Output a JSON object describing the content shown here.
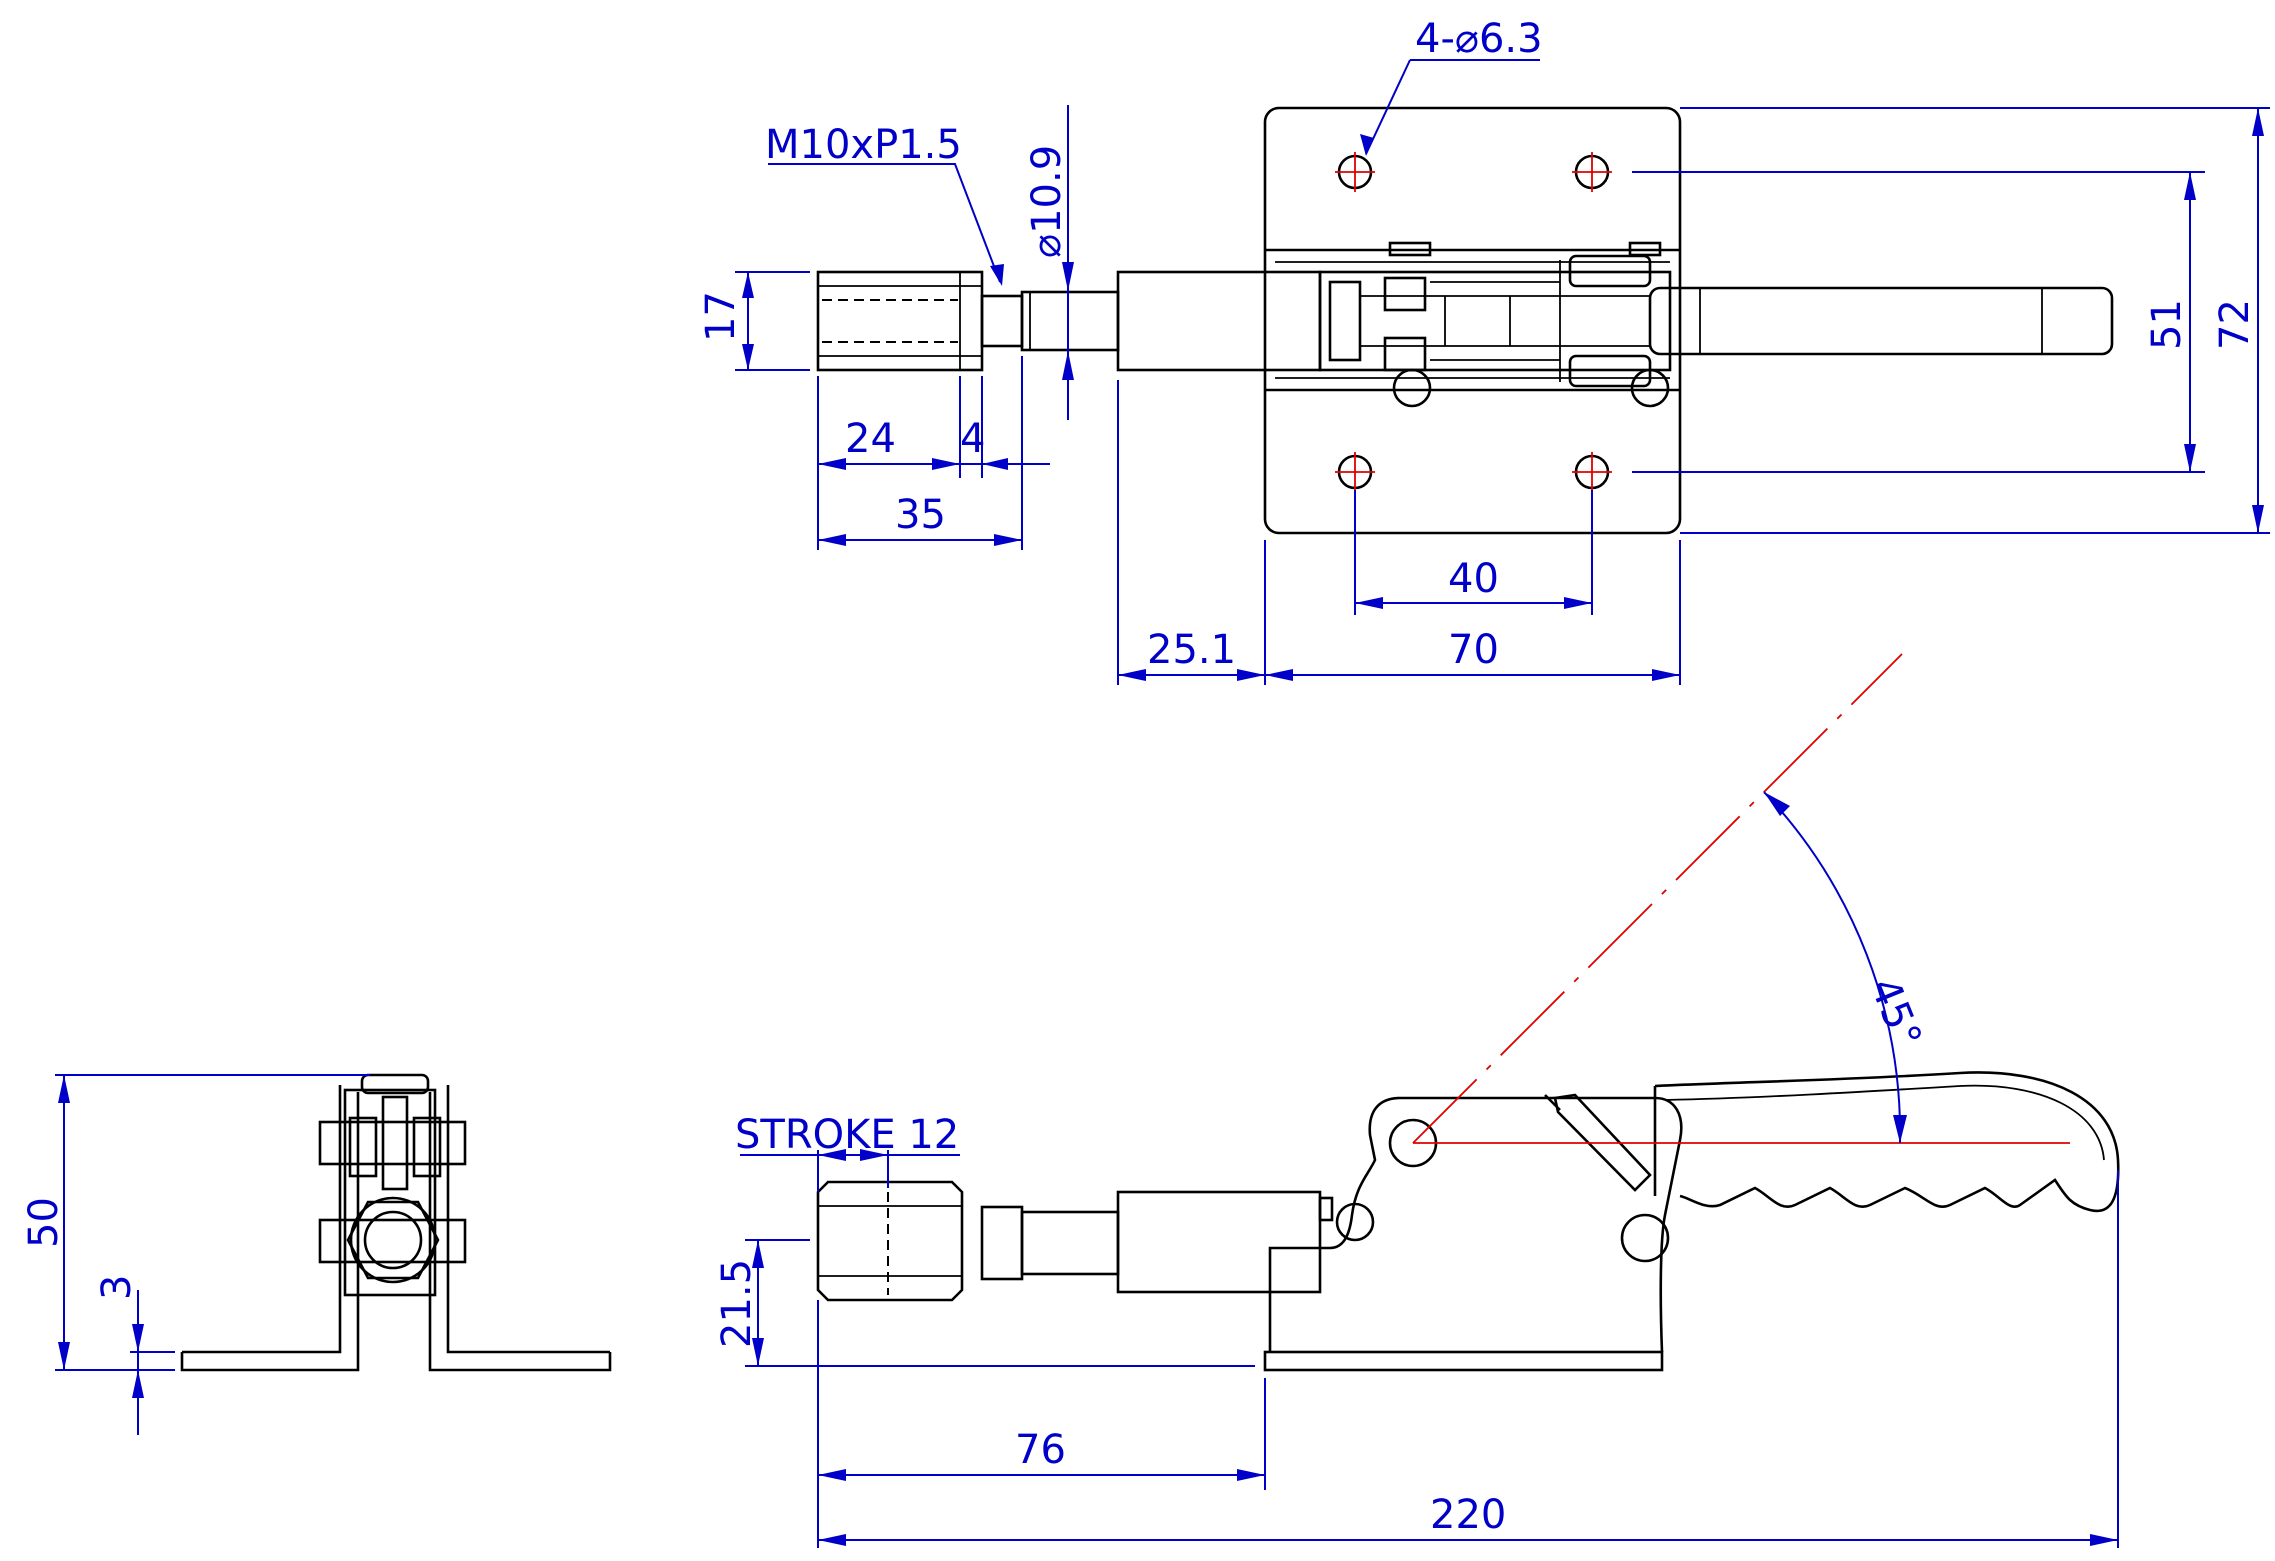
{
  "views": {
    "top": {
      "hole_callout": "4-⌀6.3",
      "thread_callout": "M10xP1.5",
      "dia_spindle": "⌀10.9",
      "dim_17": "17",
      "dim_24": "24",
      "dim_4": "4",
      "dim_35": "35",
      "dim_25_1": "25.1",
      "dim_70": "70",
      "dim_40": "40",
      "dim_51": "51",
      "dim_72": "72"
    },
    "side": {
      "stroke_label": "STROKE 12",
      "dim_21_5": "21.5",
      "dim_76": "76",
      "dim_220": "220",
      "angle": "45°"
    },
    "end": {
      "dim_50": "50",
      "dim_3": "3"
    }
  },
  "colors": {
    "outline": "#000000",
    "dimension": "#0000c8",
    "centerline": "#e00000"
  }
}
